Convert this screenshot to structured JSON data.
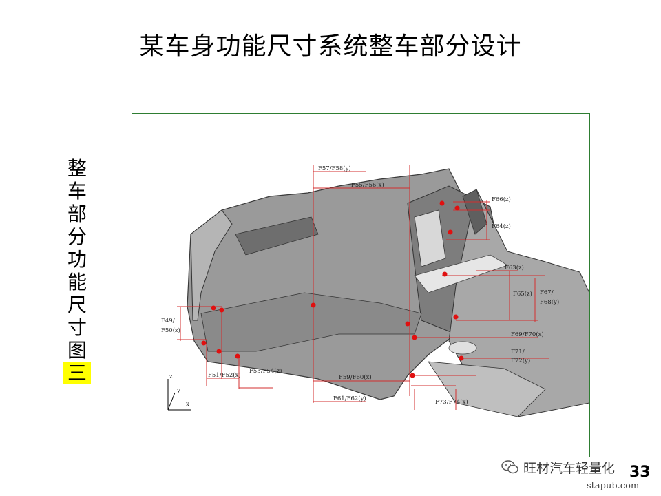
{
  "slide": {
    "title": "某车身功能尺寸系统整车部分设计",
    "side_label_chars": [
      "整",
      "车",
      "部",
      "分",
      "功",
      "能",
      "尺",
      "寸",
      "图"
    ],
    "side_label_highlight": "三",
    "page_number": "33",
    "watermark_text": "旺材汽车轻量化",
    "site_text": "stapub.com"
  },
  "figure": {
    "dimension_labels": {
      "f57_f58": "F57/F58(y)",
      "f55_f56": "F55/F56(x)",
      "f66": "F66(z)",
      "f64": "F64(z)",
      "f63": "F63(z)",
      "f65": "F65(z)",
      "f67_a": "F67/",
      "f67_b": "F68(y)",
      "f49_a": "F49/",
      "f49_b": "F50(z)",
      "f69_f70": "F69/F70(x)",
      "f71_a": "F71/",
      "f71_b": "F72(y)",
      "f51_f52": "F51/F52(x)",
      "f53_f54": "F53/F54(z)",
      "f59_f60": "F59/F60(x)",
      "f61_f62": "F61/F62(y)",
      "f73_f74": "F73/F74(x)"
    },
    "axis_labels": {
      "z": "z",
      "y": "y",
      "x": "x"
    },
    "colors": {
      "dimension_line": "#d32f2f",
      "frame_border": "#2e7d32",
      "highlight": "#ffff00"
    }
  }
}
